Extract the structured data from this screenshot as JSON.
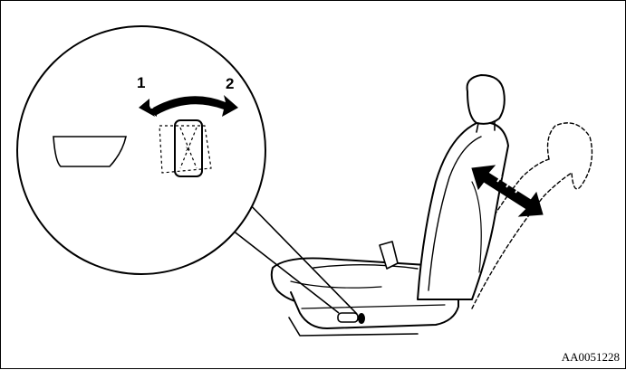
{
  "labels": {
    "direction_1": "1",
    "direction_2": "2",
    "figure_code": "AA0051228"
  }
}
